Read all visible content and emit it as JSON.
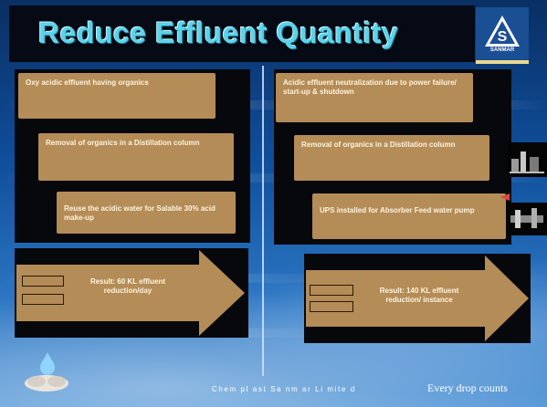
{
  "slide": {
    "title": "Reduce Effluent Quantity",
    "logo_text": "SANMAR",
    "left": {
      "steps": [
        "Oxy acidic effluent having organics",
        "Removal of organics in a Distillation column",
        "Reuse the acidic water for Salable 30% acid make-up"
      ],
      "result": "Result: 60 KL effluent reduction/day"
    },
    "right": {
      "steps": [
        "Acidic effluent neutralization due to power failure/ start-up & shutdown",
        "Removal of organics in a Distillation column",
        "UPS installed for Absorber Feed water pump"
      ],
      "result": "Result: 140 KL effluent reduction/ instance"
    },
    "footer_center": "Chem pl ast Sa nm ar Li mite d",
    "footer_right": "Every drop counts"
  },
  "colors": {
    "box": "#b48c58",
    "title": "#5fd1e8",
    "panel": "#07080c"
  }
}
